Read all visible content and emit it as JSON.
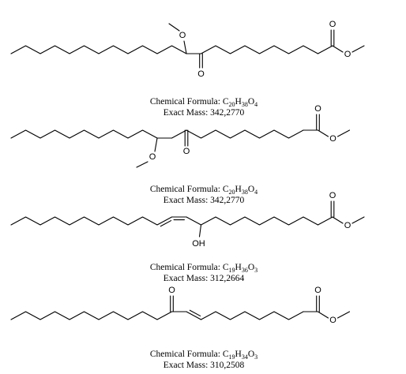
{
  "molecules": [
    {
      "formula_label": "Chemical Formula:",
      "formula": [
        [
          "C",
          ""
        ],
        [
          "20",
          "sub"
        ],
        [
          "H",
          ""
        ],
        [
          "38",
          "sub"
        ],
        [
          "O",
          ""
        ],
        [
          "4",
          "sub"
        ]
      ],
      "mass_label": "Exact Mass:",
      "mass": "342,2770",
      "atom_labels": [
        "O",
        "O",
        "O",
        "O"
      ]
    },
    {
      "formula_label": "Chemical Formula:",
      "formula": [
        [
          "C",
          ""
        ],
        [
          "20",
          "sub"
        ],
        [
          "H",
          ""
        ],
        [
          "38",
          "sub"
        ],
        [
          "O",
          ""
        ],
        [
          "4",
          "sub"
        ]
      ],
      "mass_label": "Exact Mass:",
      "mass": "342,2770",
      "atom_labels": [
        "O",
        "O",
        "O",
        "O"
      ]
    },
    {
      "formula_label": "Chemical Formula:",
      "formula": [
        [
          "C",
          ""
        ],
        [
          "19",
          "sub"
        ],
        [
          "H",
          ""
        ],
        [
          "36",
          "sub"
        ],
        [
          "O",
          ""
        ],
        [
          "3",
          "sub"
        ]
      ],
      "mass_label": "Exact Mass:",
      "mass": "312,2664",
      "atom_labels": [
        "OH",
        "O",
        "O"
      ]
    },
    {
      "formula_label": "Chemical Formula:",
      "formula": [
        [
          "C",
          ""
        ],
        [
          "19",
          "sub"
        ],
        [
          "H",
          ""
        ],
        [
          "34",
          "sub"
        ],
        [
          "O",
          ""
        ],
        [
          "3",
          "sub"
        ]
      ],
      "mass_label": "Exact Mass:",
      "mass": "310,2508",
      "atom_labels": [
        "O",
        "O",
        "O"
      ]
    }
  ]
}
